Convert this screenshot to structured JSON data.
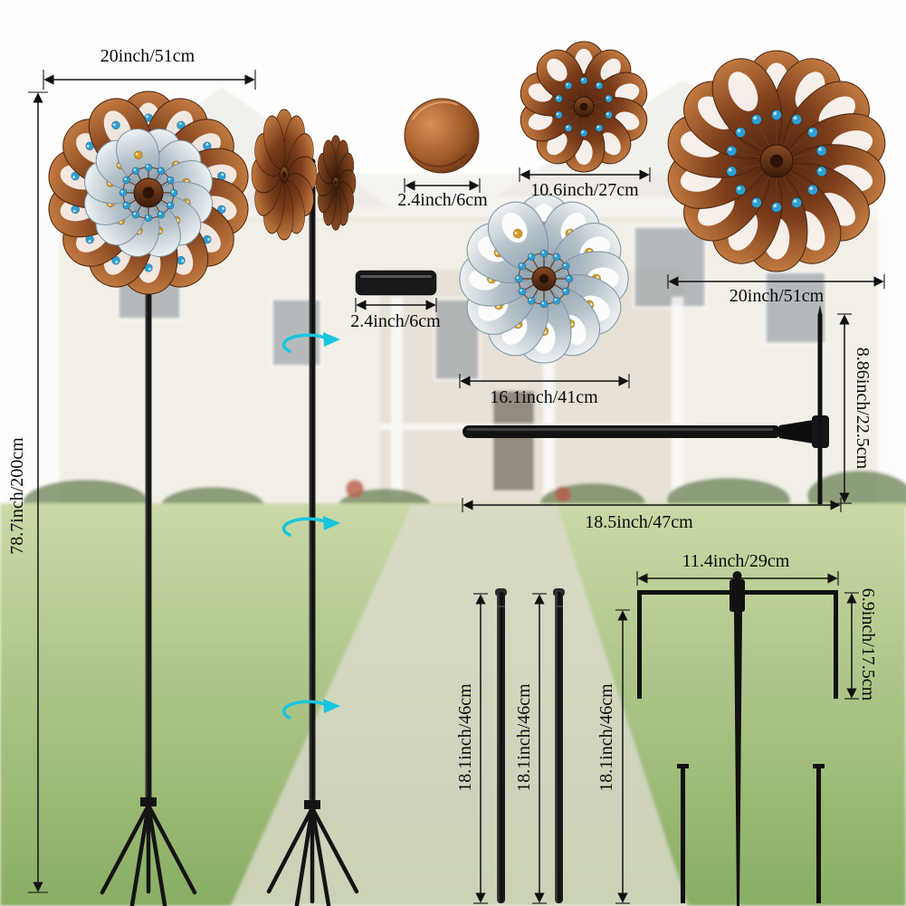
{
  "image_type": "product-dimension-diagram",
  "product": "garden-wind-spinner-parts",
  "dimensions": {
    "spinner_head_width": "20inch/51cm",
    "total_height": "78.7inch/200cm",
    "ball_cap_diameter": "2.4inch/6cm",
    "small_flower_diameter": "10.6inch/27cm",
    "large_flower_diameter": "20inch/51cm",
    "connector_tube_length": "2.4inch/6cm",
    "silver_flower_diameter": "16.1inch/41cm",
    "crossbar_length": "18.5inch/47cm",
    "crossbar_height": "8.86inch/22.5cm",
    "pole_section_1_length": "18.1inch/46cm",
    "pole_section_2_length": "18.1inch/46cm",
    "stake_spike_length": "18.1inch/46cm",
    "stake_width": "11.4inch/29cm",
    "stake_arm_height": "6.9inch/17.5cm"
  },
  "colors": {
    "dimension_line": "#111111",
    "copper": "#8a4a22",
    "silver_petal": "#c3ced6",
    "gem_blue": "#2e9fd4",
    "gem_amber": "#d99a1e",
    "rotation_arrow": "#17c5dd",
    "metal_black": "#141414"
  }
}
